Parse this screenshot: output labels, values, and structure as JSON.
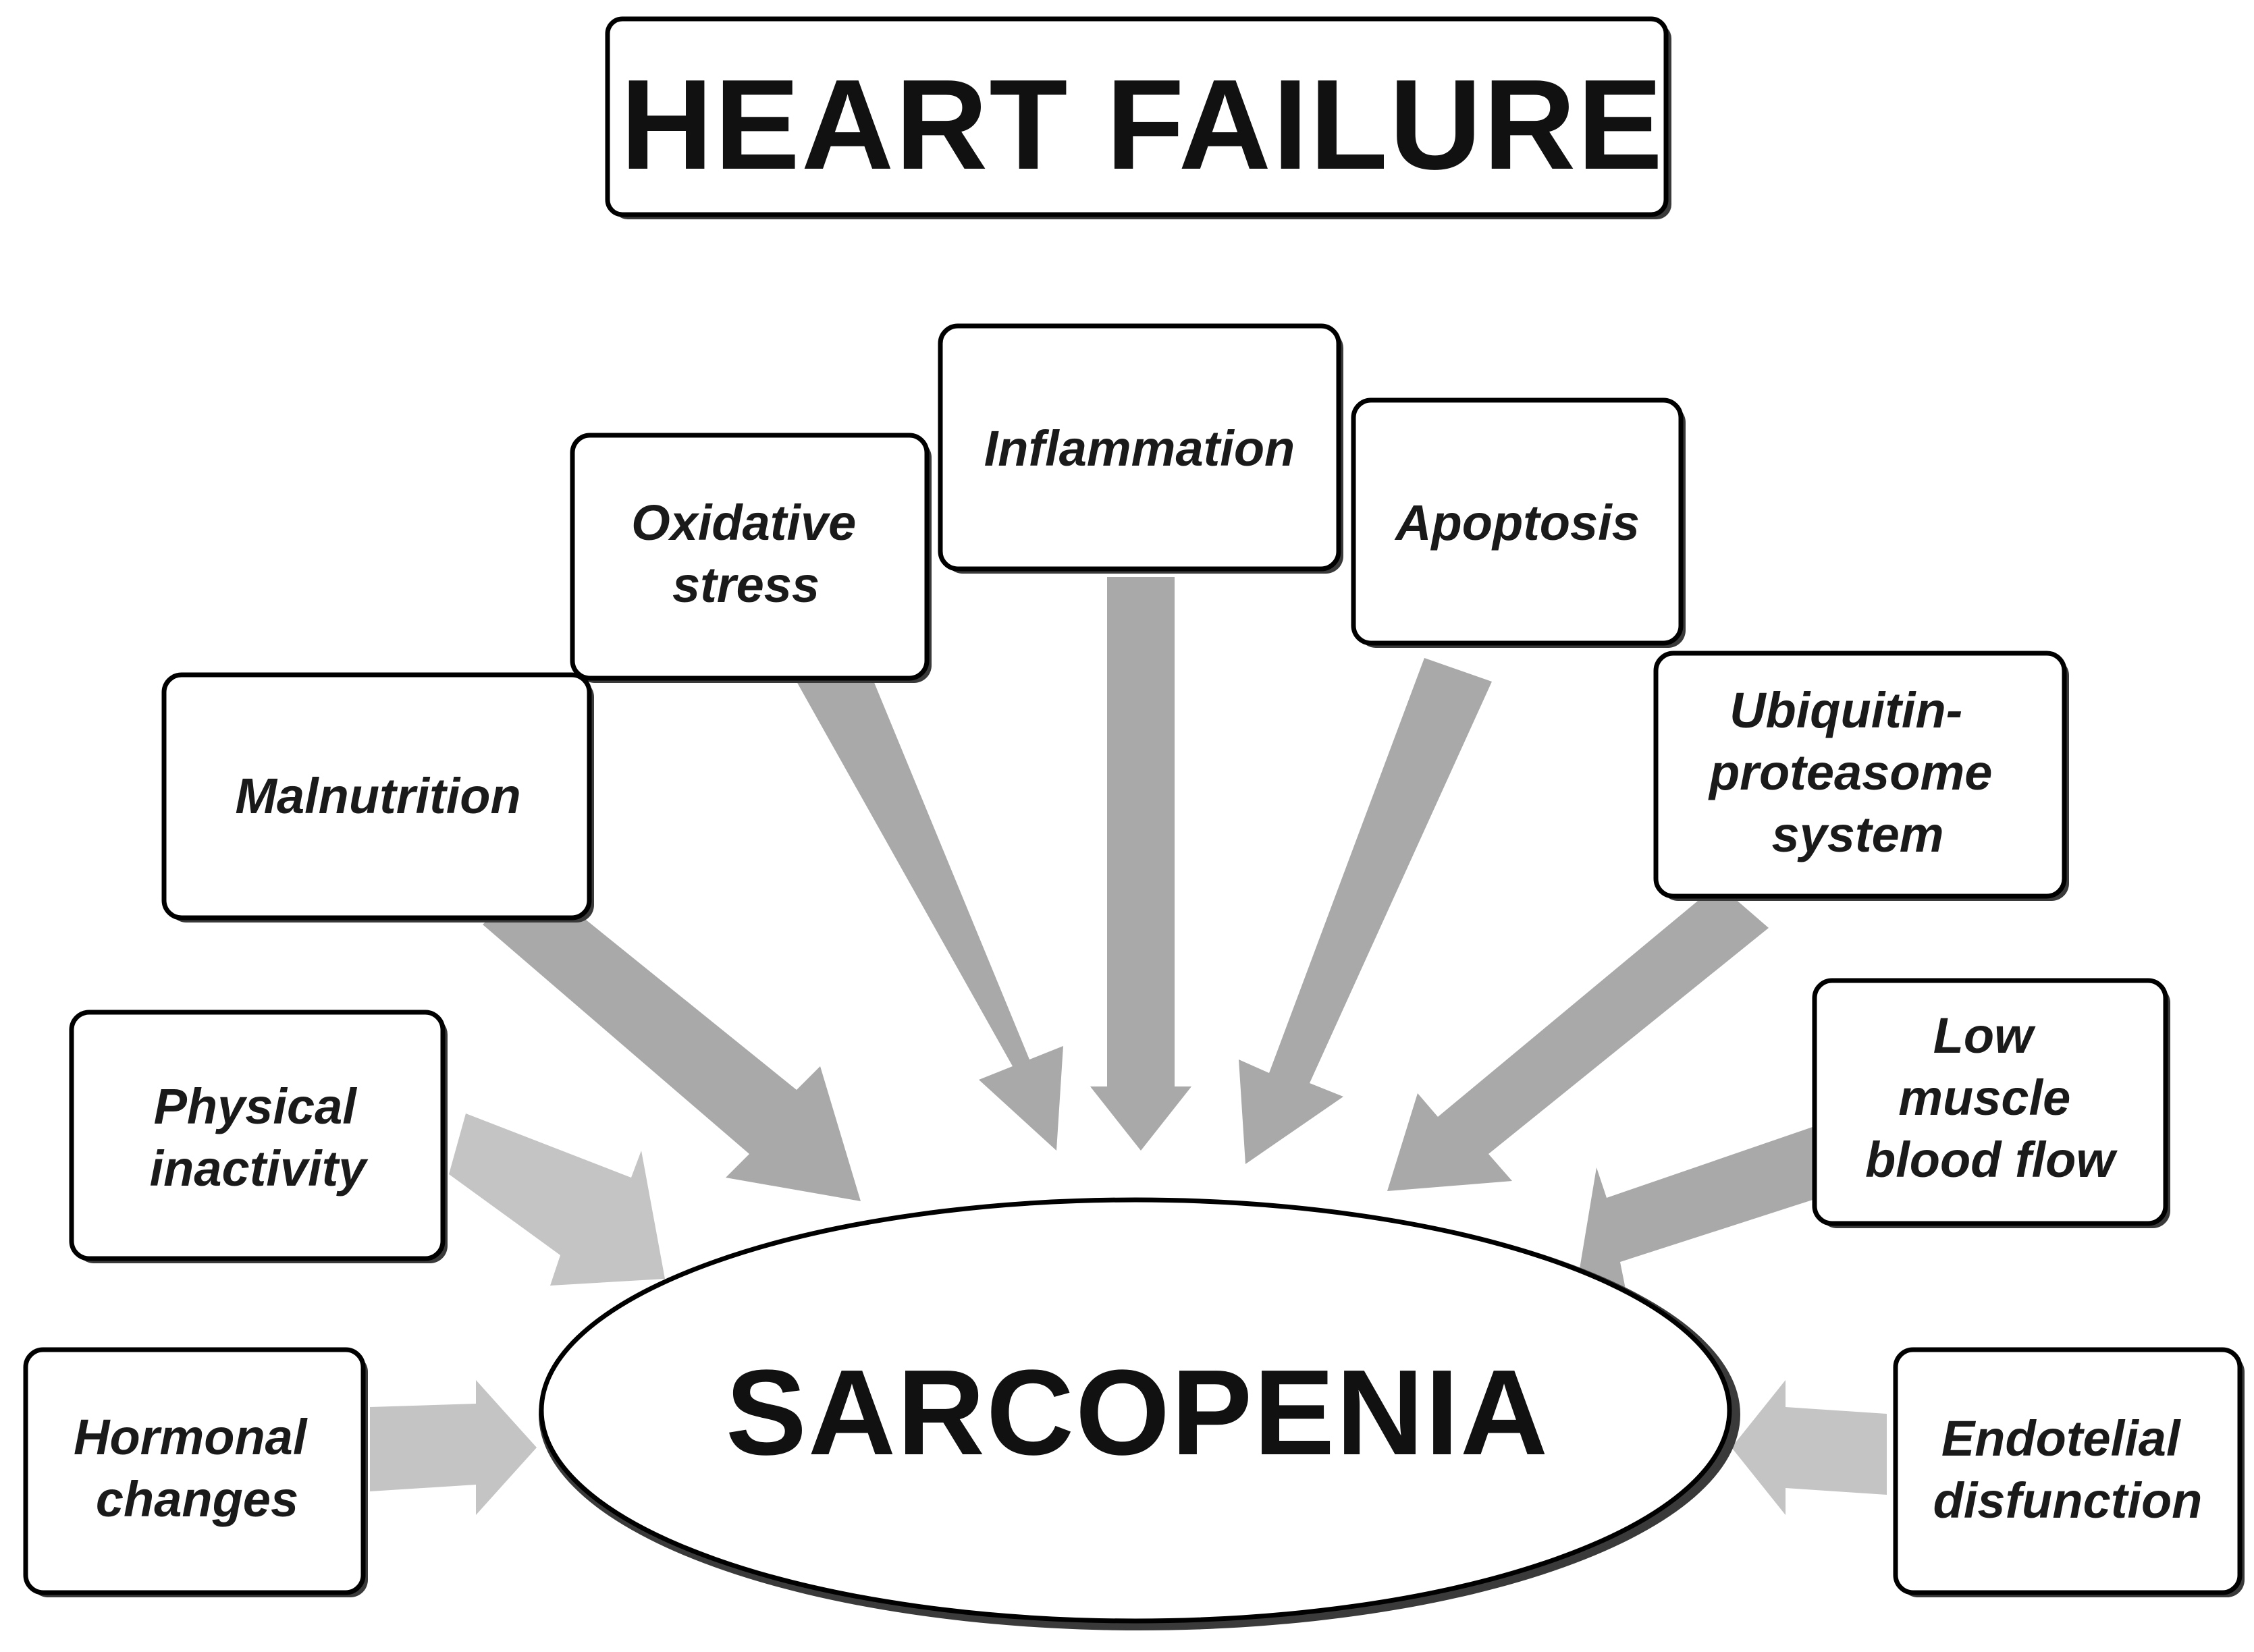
{
  "title": "HEART FAILURE",
  "center": "SARCOPENIA",
  "factors": {
    "hormonal": [
      "Hormonal",
      "changes"
    ],
    "physical": [
      "Physical",
      "inactivity"
    ],
    "malnutrition": [
      "Malnutrition"
    ],
    "oxidative": [
      "Oxidative",
      "stress"
    ],
    "inflammation": [
      "Inflammation"
    ],
    "apoptosis": [
      "Apoptosis"
    ],
    "ubiquitin": [
      "Ubiquitin-",
      "proteasome",
      "system"
    ],
    "bloodflow": [
      "Low",
      "muscle",
      "blood flow"
    ],
    "endotelial": [
      "Endotelial",
      "disfunction"
    ]
  },
  "colors": {
    "arrow_dark": "#a9a9a9",
    "arrow_light": "#c4c4c4",
    "border": "#000000",
    "text": "#1a1a1a"
  }
}
